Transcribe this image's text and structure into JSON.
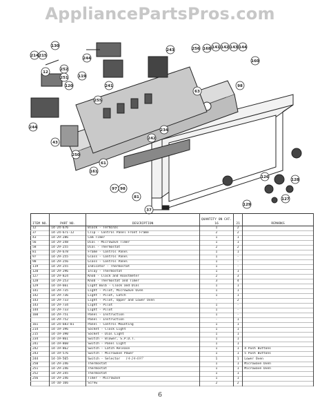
{
  "watermark": "AppliancePartsPros.com",
  "callouts": [
    "130",
    "214",
    "215",
    "12",
    "244",
    "252",
    "251",
    "119",
    "120",
    "241",
    "255",
    "243",
    "256",
    "168",
    "141",
    "142",
    "143",
    "144",
    "160",
    "98",
    "63",
    "234",
    "242",
    "244",
    "43",
    "250",
    "61",
    "161",
    "97",
    "98",
    "81",
    "37",
    "126",
    "127",
    "128",
    "129"
  ],
  "table": {
    "header": {
      "item": "ITEM NO.",
      "part": "PART NO.",
      "description": "DESCRIPTION",
      "quantity": "QUANTITY ON CAT.",
      "q1": "16",
      "q2": "21",
      "remarks": "REMARKS"
    },
    "rows": [
      {
        "item": "12",
        "part": "14-24-676",
        "desc": "Block - Terminal",
        "q1": "1",
        "q2": "2",
        "rem": ""
      },
      {
        "item": "37",
        "part": "14-24-671-12",
        "desc": "Clip - Control Panel Front Frame",
        "q1": "2",
        "q2": "2",
        "rem": ""
      },
      {
        "item": "43",
        "part": "14-29-286",
        "desc": "Cam Timer",
        "q1": "1",
        "q2": "1",
        "rem": ""
      },
      {
        "item": "56",
        "part": "14-29-248",
        "desc": "Dial - Microwave Timer",
        "q1": "1",
        "q2": "1",
        "rem": ""
      },
      {
        "item": "58",
        "part": "14-29-255",
        "desc": "Dial - Thermostat",
        "q1": "2",
        "q2": "2",
        "rem": ""
      },
      {
        "item": "81",
        "part": "14-29-678",
        "desc": "Frame - Control Panel",
        "q1": "1",
        "q2": "1",
        "rem": ""
      },
      {
        "item": "97",
        "part": "14-29-255",
        "desc": "Glass - Control Panel",
        "q1": "1",
        "q2": "-",
        "rem": ""
      },
      {
        "item": "98",
        "part": "14-29-256",
        "desc": "Glass - Control Panel",
        "q1": "1",
        "q2": "-",
        "rem": ""
      },
      {
        "item": "119",
        "part": "14-29-255",
        "desc": "Indicator - Thermostat",
        "q1": "1",
        "q2": "-",
        "rem": ""
      },
      {
        "item": "120",
        "part": "14-29-296",
        "desc": "Inlay - Thermostat",
        "q1": "1",
        "q2": "1",
        "rem": ""
      },
      {
        "item": "127",
        "part": "14-29-824",
        "desc": "Knob - Clock and Roastmeter",
        "q1": "2",
        "q2": "3",
        "rem": ""
      },
      {
        "item": "128",
        "part": "14-29-253",
        "desc": "Knob - Thermostat and Timer",
        "q1": "3",
        "q2": "4",
        "rem": ""
      },
      {
        "item": "129",
        "part": "14-19-661",
        "desc": "Light Bulb - Clock and Dial",
        "q1": "1",
        "q2": "1",
        "rem": ""
      },
      {
        "item": "141",
        "part": "14-29-735",
        "desc": "Light - Pilot, Microwave Oven",
        "q1": "1",
        "q2": "1",
        "rem": ""
      },
      {
        "item": "142",
        "part": "14-29-736",
        "desc": "Light - Pilot, Latch",
        "q1": "1",
        "q2": "1",
        "rem": ""
      },
      {
        "item": "143",
        "part": "14-29-733",
        "desc": "Light - Pilot, Upper and Lower Oven",
        "q1": "-",
        "q2": "2",
        "rem": ""
      },
      {
        "item": "143",
        "part": "14-29-734",
        "desc": "Light - Pilot",
        "q1": "1",
        "q2": "-",
        "rem": ""
      },
      {
        "item": "144",
        "part": "14-29-733",
        "desc": "Light - Pilot",
        "q1": "1",
        "q2": "-",
        "rem": ""
      },
      {
        "item": "160",
        "part": "14-29-751",
        "desc": "Panel - Instruction",
        "q1": "1",
        "q2": "-",
        "rem": ""
      },
      {
        "item": "",
        "part": "14-29-752",
        "desc": "Panel - Instruction",
        "q1": "-",
        "q2": "1",
        "rem": ""
      },
      {
        "item": "161",
        "part": "14-24-683-01",
        "desc": "Panel - Control Mounting",
        "q1": "1",
        "q2": "1",
        "rem": ""
      },
      {
        "item": "214",
        "part": "14-19-396",
        "desc": "Socket - Clock Light",
        "q1": "1",
        "q2": "1",
        "rem": ""
      },
      {
        "item": "215",
        "part": "14-19-390",
        "desc": "Socket - Dial Light",
        "q1": "1",
        "q2": "1",
        "rem": ""
      },
      {
        "item": "234",
        "part": "14-19-861",
        "desc": "Switch - Blower, S.P.D.T.",
        "q1": "1",
        "q2": "1",
        "rem": ""
      },
      {
        "item": "241",
        "part": "14-19-860",
        "desc": "Switch - Panel Light",
        "q1": "1",
        "q2": "1",
        "rem": ""
      },
      {
        "item": "242",
        "part": "14-19-862",
        "desc": "Switch - Latch Release",
        "q1": "1",
        "q2": "1",
        "rem": "4 Push Buttons"
      },
      {
        "item": "243",
        "part": "14-19-576",
        "desc": "Switch - Microwave Power",
        "q1": "1",
        "q2": "1",
        "rem": "5 Push Buttons"
      },
      {
        "item": "244",
        "part": "14-19-565",
        "desc": "Switch - Selector",
        "q1": "1",
        "q2": "1",
        "rem": "Lower Oven",
        "note": "14-24-697"
      },
      {
        "item": "250",
        "part": "14-29-246",
        "desc": "Thermostat",
        "q1": "1",
        "q2": "1",
        "rem": "Microwave Oven"
      },
      {
        "item": "251",
        "part": "14-29-246",
        "desc": "Thermostat",
        "q1": "1",
        "q2": "1",
        "rem": "Microwave Oven"
      },
      {
        "item": "252",
        "part": "14-29-245",
        "desc": "Thermostat",
        "q1": "1",
        "q2": "1",
        "rem": ""
      },
      {
        "item": "256",
        "part": "14-29-246",
        "desc": "Timer - Microwave",
        "q1": "1",
        "q2": "1",
        "rem": ""
      },
      {
        "item": "",
        "part": "14-10-166",
        "desc": "Screw",
        "q1": "2",
        "q2": "2",
        "rem": ""
      }
    ]
  },
  "page_number": "6"
}
